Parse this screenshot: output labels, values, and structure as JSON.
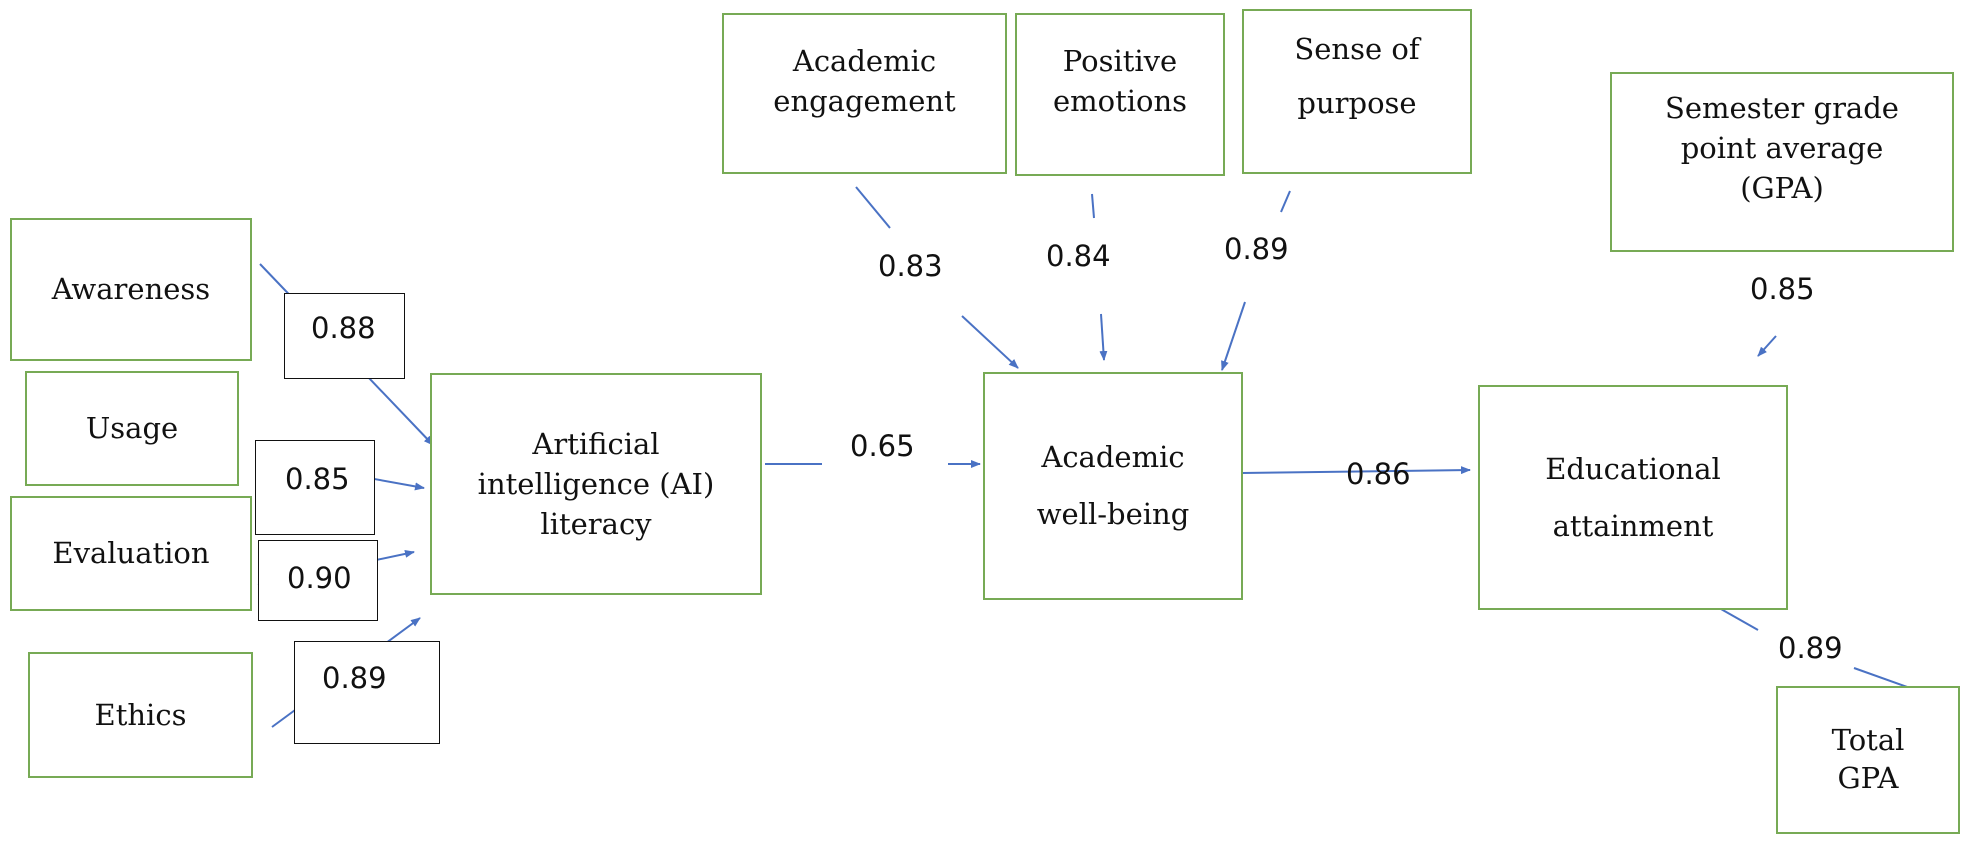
{
  "nodes": {
    "awareness": "Awareness",
    "usage": "Usage",
    "evaluation": "Evaluation",
    "ethics": "Ethics",
    "ai_literacy": [
      "Artificial",
      "intelligence (AI)",
      "literacy"
    ],
    "academic_engagement": [
      "Academic",
      "engagement"
    ],
    "positive_emotions": [
      "Positive",
      "emotions"
    ],
    "sense_of_purpose": [
      "Sense of",
      "purpose"
    ],
    "academic_wellbeing": [
      "Academic",
      "well-being"
    ],
    "semester_gpa": [
      "Semester grade",
      "point average",
      "(GPA)"
    ],
    "educational_attainment": [
      "Educational",
      "attainment"
    ],
    "total_gpa": [
      "Total",
      "GPA"
    ]
  },
  "coefficients": {
    "awareness": "0.88",
    "usage": "0.85",
    "evaluation": "0.90",
    "ethics": "0.89",
    "academic_engagement": "0.83",
    "positive_emotions": "0.84",
    "sense_of_purpose": "0.89",
    "ai_to_wellbeing": "0.65",
    "wellbeing_to_attainment": "0.86",
    "semester_gpa": "0.85",
    "total_gpa": "0.89"
  },
  "colors": {
    "node_border": "#77aa55",
    "arrow": "#4a72c4",
    "text": "#111111"
  }
}
